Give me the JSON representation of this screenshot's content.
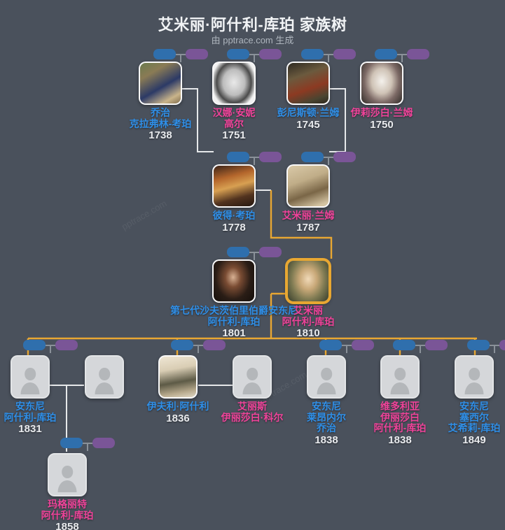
{
  "header": {
    "title": "艾米丽·阿什利-库珀 家族树",
    "subtitle": "由 pptrace.com 生成"
  },
  "watermark": "pptrace.com",
  "colors": {
    "background": "#4a515c",
    "male": "#2f8fe8",
    "female": "#f0439a",
    "year": "#e9ebee",
    "chip_blue": "#2f6fad",
    "chip_purple": "#7a5597",
    "link_default": "#e6e8ea",
    "link_highlight": "#e8a732",
    "focus_border": "#e8a732"
  },
  "people": [
    {
      "id": "p1",
      "given": "乔治",
      "surname": "克拉弗林-考珀",
      "year": "1738",
      "gender": "male",
      "has_photo": true,
      "focus": false,
      "chips": true
    },
    {
      "id": "p2",
      "given": "汉娜·安妮",
      "surname": "高尔",
      "year": "1751",
      "gender": "female",
      "has_photo": true,
      "focus": false,
      "chips": true
    },
    {
      "id": "p3",
      "given": "彭尼斯顿·兰姆",
      "surname": "",
      "year": "1745",
      "gender": "male",
      "has_photo": true,
      "focus": false,
      "chips": true
    },
    {
      "id": "p4",
      "given": "伊莉莎白·兰姆",
      "surname": "",
      "year": "1750",
      "gender": "female",
      "has_photo": true,
      "focus": false,
      "chips": true
    },
    {
      "id": "p5",
      "given": "彼得·考珀",
      "surname": "",
      "year": "1778",
      "gender": "male",
      "has_photo": true,
      "focus": false,
      "chips": true
    },
    {
      "id": "p6",
      "given": "艾米丽·兰姆",
      "surname": "",
      "year": "1787",
      "gender": "female",
      "has_photo": true,
      "focus": false,
      "chips": true
    },
    {
      "id": "p7",
      "given": "第七代沙夫茨伯里伯爵安东尼",
      "surname": "阿什利-库珀",
      "year": "1801",
      "gender": "male",
      "has_photo": true,
      "focus": false,
      "chips": true
    },
    {
      "id": "p8",
      "given": "艾米丽",
      "surname": "阿什利-库珀",
      "year": "1810",
      "gender": "female",
      "has_photo": true,
      "focus": true,
      "chips": false
    },
    {
      "id": "p9",
      "given": "安东尼",
      "surname": "阿什利-库珀",
      "year": "1831",
      "gender": "male",
      "has_photo": false,
      "focus": false,
      "chips": true
    },
    {
      "id": "p10",
      "given": "",
      "surname": "",
      "year": "",
      "gender": "none",
      "has_photo": false,
      "focus": false,
      "chips": false
    },
    {
      "id": "p11",
      "given": "伊夫利·阿什利",
      "surname": "",
      "year": "1836",
      "gender": "male",
      "has_photo": true,
      "focus": false,
      "chips": true
    },
    {
      "id": "p12",
      "given": "艾丽斯",
      "surname": "伊丽莎白·科尔",
      "year": "",
      "gender": "female",
      "has_photo": false,
      "focus": false,
      "chips": false
    },
    {
      "id": "p13",
      "given": "安东尼",
      "surname": "莱昂内尔",
      "extra": "乔治",
      "year": "1838",
      "gender": "male",
      "has_photo": false,
      "focus": false,
      "chips": true
    },
    {
      "id": "p14",
      "given": "维多利亚",
      "surname": "伊丽莎白",
      "extra": "阿什利-库珀",
      "year": "1838",
      "gender": "female",
      "has_photo": false,
      "focus": false,
      "chips": true
    },
    {
      "id": "p15",
      "given": "安东尼",
      "surname": "塞西尔",
      "extra": "艾希莉-库珀",
      "year": "1849",
      "gender": "male",
      "has_photo": false,
      "focus": false,
      "chips": true
    },
    {
      "id": "p16",
      "given": "玛格丽特",
      "surname": "阿什利-库珀",
      "year": "1858",
      "gender": "female",
      "has_photo": false,
      "focus": false,
      "chips": true
    }
  ]
}
